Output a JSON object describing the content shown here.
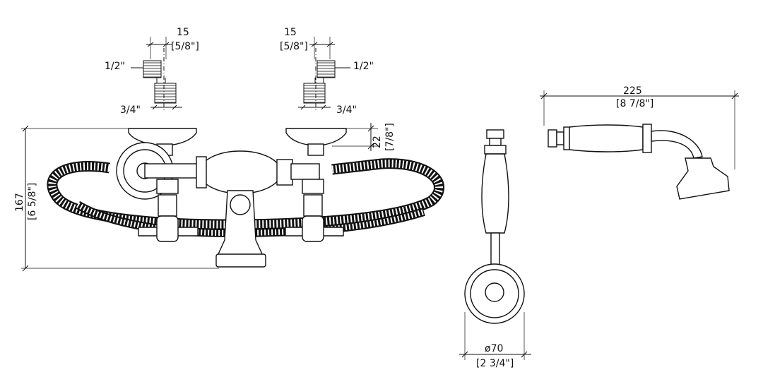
{
  "dimensions": {
    "left_fitting_thread_width": {
      "mm": "15",
      "inch": "[5/8\"]"
    },
    "right_fitting_thread_width": {
      "mm": "15",
      "inch": "[5/8\"]"
    },
    "left_inlet_small": "1/2\"",
    "left_inlet_large": "3/4\"",
    "right_inlet_small": "1/2\"",
    "right_inlet_large": "3/4\"",
    "overall_height": {
      "mm": "167",
      "inch": "[6 5/8\"]"
    },
    "flange_height": {
      "mm": "22",
      "inch": "[7/8\"]"
    },
    "hand_shower_length": {
      "mm": "225",
      "inch": "[8 7/8\"]"
    },
    "wall_bracket_diameter": {
      "mm": "ø70",
      "inch": "[2 3/4\"]"
    }
  }
}
